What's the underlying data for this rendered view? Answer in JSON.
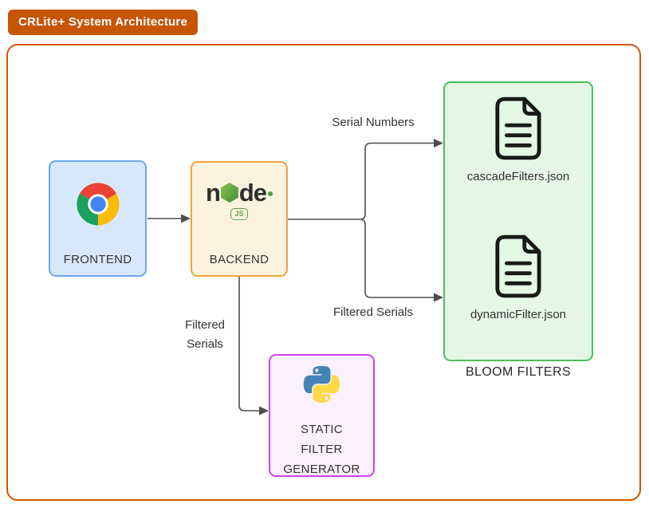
{
  "title_badge": "CRLite+ System Architecture",
  "nodes": {
    "frontend": {
      "label": "FRONTEND"
    },
    "backend": {
      "label": "BACKEND",
      "logo_text_left": "n",
      "logo_text_right": "de",
      "logo_js": "JS"
    },
    "static_filter_generator": {
      "label_lines": [
        "STATIC",
        "FILTER",
        "GENERATOR"
      ]
    },
    "bloom_filters": {
      "label": "BLOOM FILTERS",
      "files": [
        {
          "name": "cascadeFilters.json"
        },
        {
          "name": "dynamicFilter.json"
        }
      ]
    }
  },
  "edge_labels": {
    "serial_numbers": "Serial Numbers",
    "filtered_serials_right": "Filtered Serials",
    "filtered_serials_down": [
      "Filtered",
      "Serials"
    ]
  },
  "colors": {
    "badge_background": "#c65508",
    "frame_border": "#d35400",
    "frontend_fill": "#d8e8fc",
    "frontend_border": "#6ea6f0",
    "backend_fill": "#fcf3de",
    "backend_border": "#f2a43b",
    "bloom_fill": "#e5f8e6",
    "bloom_border": "#48bf5f",
    "generator_fill": "#fbf1fe",
    "generator_border": "#cf43f0",
    "arrow": "#4d4d4d",
    "text": "#333333"
  },
  "icons": {
    "frontend": "chrome-logo-icon",
    "backend": "nodejs-logo-icon",
    "generator": "python-logo-icon",
    "bloom_files": "document-icon"
  }
}
